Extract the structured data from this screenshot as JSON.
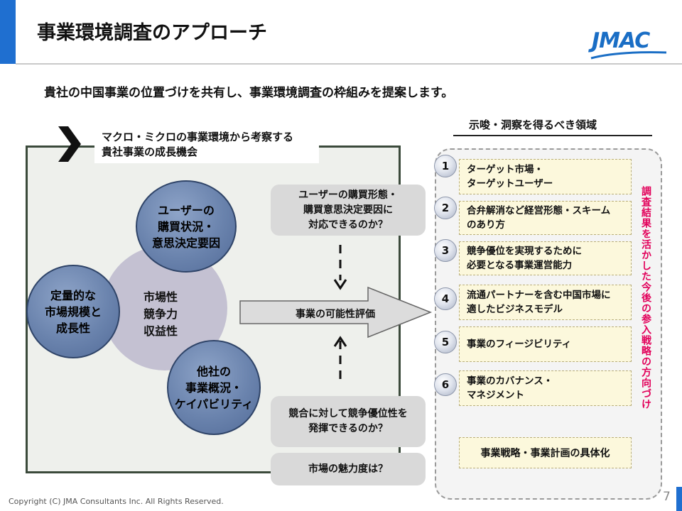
{
  "header": {
    "title": "事業環境調査のアプローチ",
    "logo_text": "JMAC",
    "accent_color": "#1f6fd0"
  },
  "subtitle": "貴社の中国事業の位置づけを共有し、事業環境調査の枠組みを提案します。",
  "left_panel": {
    "heading_line1": "マクロ・ミクロの事業環境から考察する",
    "heading_line2": "貴社事業の成長機会",
    "center": [
      "市場性",
      "競争力",
      "収益性"
    ],
    "bubbles": {
      "buyer": [
        "ユーザーの",
        "購買状況・",
        "意思決定要因"
      ],
      "market": [
        "定量的な",
        "市場規模と",
        "成長性"
      ],
      "competitor": [
        "他社の",
        "事業概況・",
        "ケイパビリティ"
      ]
    },
    "questions": {
      "buyer": [
        "ユーザーの購買形態・",
        "購買意思決定要因に",
        "対応できるのか？"
      ],
      "competitor": [
        "競合に対して競争優位性を",
        "発揮できるのか？"
      ],
      "attractiveness": "市場の魅力度は？"
    },
    "evaluation": "事業の可能性評価"
  },
  "right_panel": {
    "heading": "示唆・洞察を得るべき領域",
    "areas": [
      {
        "num": "1",
        "lines": [
          "ターゲット市場・",
          "ターゲットユーザー"
        ]
      },
      {
        "num": "2",
        "lines": [
          "合弁解消など経営形態・スキーム",
          "のあり方"
        ]
      },
      {
        "num": "3",
        "lines": [
          "競争優位を実現するために",
          "必要となる事業運営能力"
        ]
      },
      {
        "num": "4",
        "lines": [
          "流通パートナーを含む中国市場に",
          "適したビジネスモデル"
        ]
      },
      {
        "num": "5",
        "lines": [
          "事業のフィージビリティ"
        ]
      },
      {
        "num": "6",
        "lines": [
          "事業のカバナンス・",
          "マネジメント"
        ]
      }
    ],
    "vertical_label": "調査結果を活かした今後の参入戦略の方向づけ",
    "strategy": "事業戦略・事業計画の具体化",
    "accent_color": "#e2005a"
  },
  "footer": {
    "copyright": "Copyright (C) JMA Consultants Inc. All Rights Reserved.",
    "page_number": "7"
  }
}
